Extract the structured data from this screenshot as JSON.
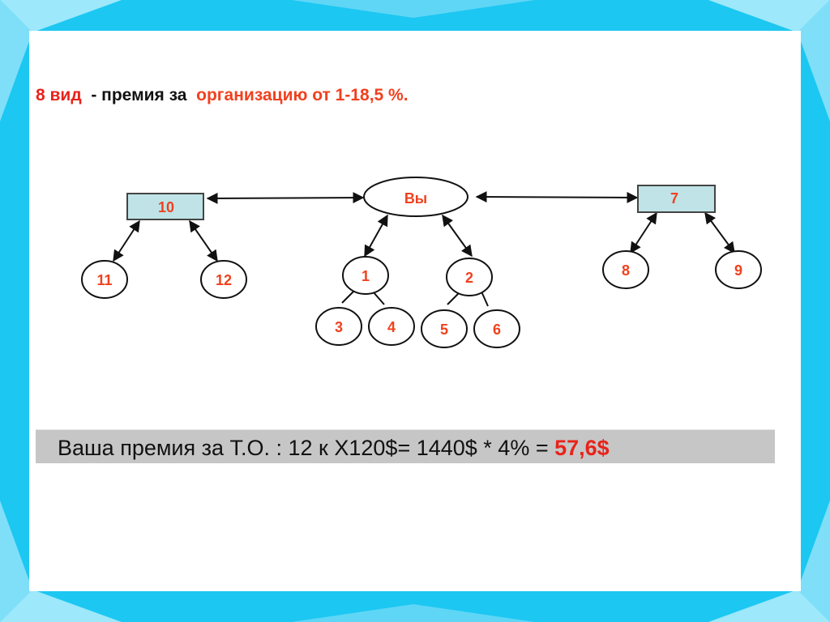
{
  "title": {
    "part1": "8 вид",
    "part2": "- премия за",
    "part3": "организацию от 1-18,5 %."
  },
  "nodes": {
    "you": "Вы",
    "n10": "10",
    "n7": "7",
    "n11": "11",
    "n12": "12",
    "n1": "1",
    "n2": "2",
    "n3": "3",
    "n4": "4",
    "n5": "5",
    "n6": "6",
    "n8": "8",
    "n9": "9"
  },
  "result": {
    "text": "Ваша премия за Т.О. : 12 к Х120$= 1440$ * 4% =",
    "highlight": "57,6$"
  },
  "colors": {
    "frame": "#1cc7f2",
    "label_red": "#e8231b",
    "node_text": "#f0411e",
    "box_fill": "#bfe3e6",
    "result_bg": "#c6c6c6"
  }
}
